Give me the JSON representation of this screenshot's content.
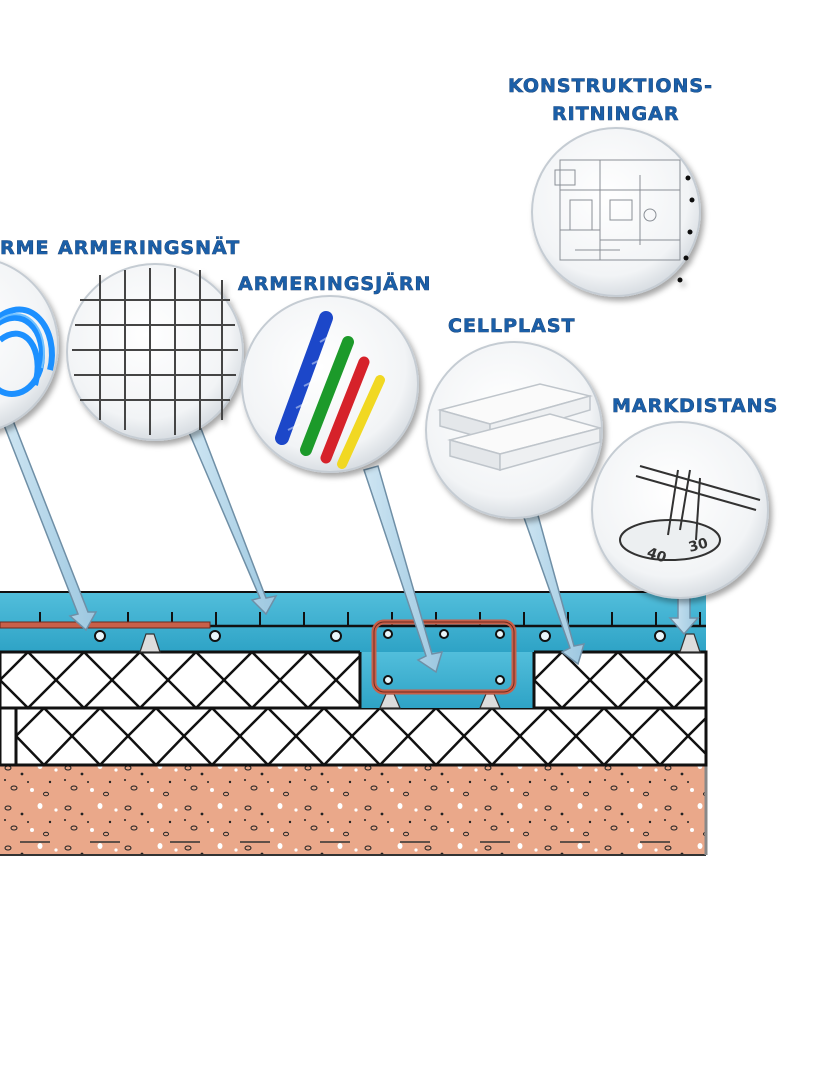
{
  "labels": {
    "golvvarme_partial": "RME",
    "armeringsnat": "ARMERINGSNÄT",
    "armeringsjarn": "ARMERINGSJÄRN",
    "cellplast": "CELLPLAST",
    "markdistans": "MARKDISTANS",
    "konstruktion_line1": "KONSTRUKTIONS-",
    "konstruktion_line2": "RITNINGAR"
  },
  "drawing_texts": {
    "spacer_marks": [
      "40",
      "30"
    ]
  },
  "colors": {
    "label_blue": "#1b5fa8",
    "concrete_slab": "#3fb0d0",
    "insulation": "#ffffff",
    "ground": "#e9a888",
    "pipe": "#c8604a",
    "pointer": "#b9d9ec"
  }
}
